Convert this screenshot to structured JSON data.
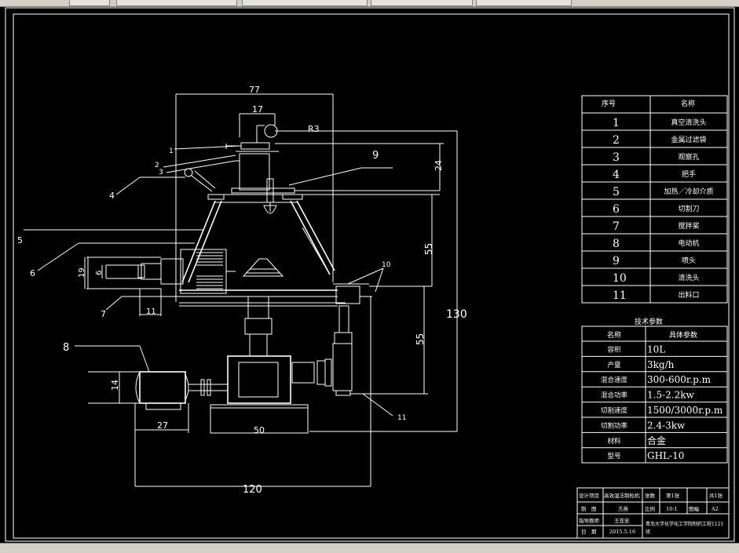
{
  "dims": {
    "d77": "77",
    "d17": "17",
    "r3": "R3",
    "d24": "24",
    "d55a": "55",
    "d55b": "55",
    "d130": "130",
    "d19": "19",
    "d6": "6",
    "d11": "11",
    "d14": "14",
    "d27": "27",
    "d50": "50",
    "d120": "120"
  },
  "callouts": [
    "1",
    "2",
    "3",
    "4",
    "5",
    "6",
    "7",
    "8",
    "9",
    "10",
    "11"
  ],
  "parts": {
    "header": {
      "no": "序号",
      "name": "名称"
    },
    "rows": [
      {
        "no": "1",
        "name": "真空清洗头"
      },
      {
        "no": "2",
        "name": "金属过滤袋"
      },
      {
        "no": "3",
        "name": "观察孔"
      },
      {
        "no": "4",
        "name": "把手"
      },
      {
        "no": "5",
        "name": "加热／冷却介质"
      },
      {
        "no": "6",
        "name": "切割刀"
      },
      {
        "no": "7",
        "name": "搅拌桨"
      },
      {
        "no": "8",
        "name": "电动机"
      },
      {
        "no": "9",
        "name": "喷头"
      },
      {
        "no": "10",
        "name": "清洗头"
      },
      {
        "no": "11",
        "name": "出料口"
      }
    ]
  },
  "tech": {
    "title": "技术参数",
    "header": {
      "k": "名称",
      "v": "具体参数"
    },
    "rows": [
      {
        "k": "容积",
        "v": "10L"
      },
      {
        "k": "产量",
        "v": "3kg/h"
      },
      {
        "k": "混合速度",
        "v": "300-600r.p.m"
      },
      {
        "k": "混合功率",
        "v": "1.5-2.2kw"
      },
      {
        "k": "切割速度",
        "v": "1500/3000r.p.m"
      },
      {
        "k": "切割功率",
        "v": "2.4-3kw"
      },
      {
        "k": "材料",
        "v": "合金"
      },
      {
        "k": "型号",
        "v": "GHL-10"
      }
    ]
  },
  "titleblock": {
    "design_item": "设计项目",
    "design_val": "高效湿法制粒机",
    "sheets": "张数",
    "sheet_of": "第1张",
    "total": "共1张",
    "draw": "制　图",
    "draw_name": "方燕",
    "scale": "比例",
    "scale_val": "10:1",
    "drawing_no": "图幅",
    "drawing_val": "A2",
    "instructor": "指导教师",
    "instructor_name": "王亚安",
    "date": "日　期",
    "date_val": "2015.5.16",
    "school": "青岛大学化学化工学院制药工程1121",
    "school2": "班"
  }
}
